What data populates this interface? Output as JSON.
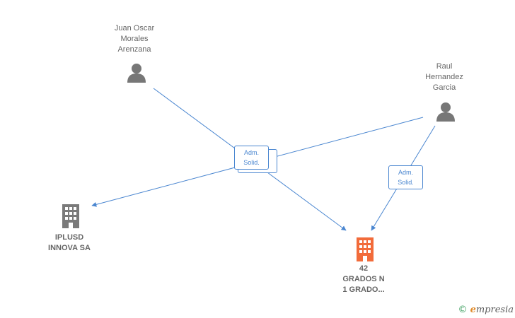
{
  "colors": {
    "edge": "#4a86d0",
    "person_icon": "#777777",
    "company_icon": "#7a7a7a",
    "main_company_icon": "#f26b3a",
    "label": "#666666"
  },
  "nodes": {
    "person_juan": {
      "name": "Juan Oscar\nMorales\nArenzana",
      "icon": "person-icon"
    },
    "person_raul": {
      "name": "Raul\nHernandez\nGarcia",
      "icon": "person-icon"
    },
    "company_iplusd": {
      "name": "IPLUSD\nINNOVA SA",
      "icon": "building-icon"
    },
    "company_42": {
      "name": "42\nGRADOS N\n1 GRADO...",
      "icon": "building-icon"
    }
  },
  "edges": {
    "juan_raul_shared": {
      "role": "Adm.\nSolid."
    },
    "raul_42": {
      "role": "Adm.\nSolid."
    }
  },
  "watermark": {
    "copyright": "©",
    "brand_initial": "e",
    "brand_rest": "mpresia"
  }
}
